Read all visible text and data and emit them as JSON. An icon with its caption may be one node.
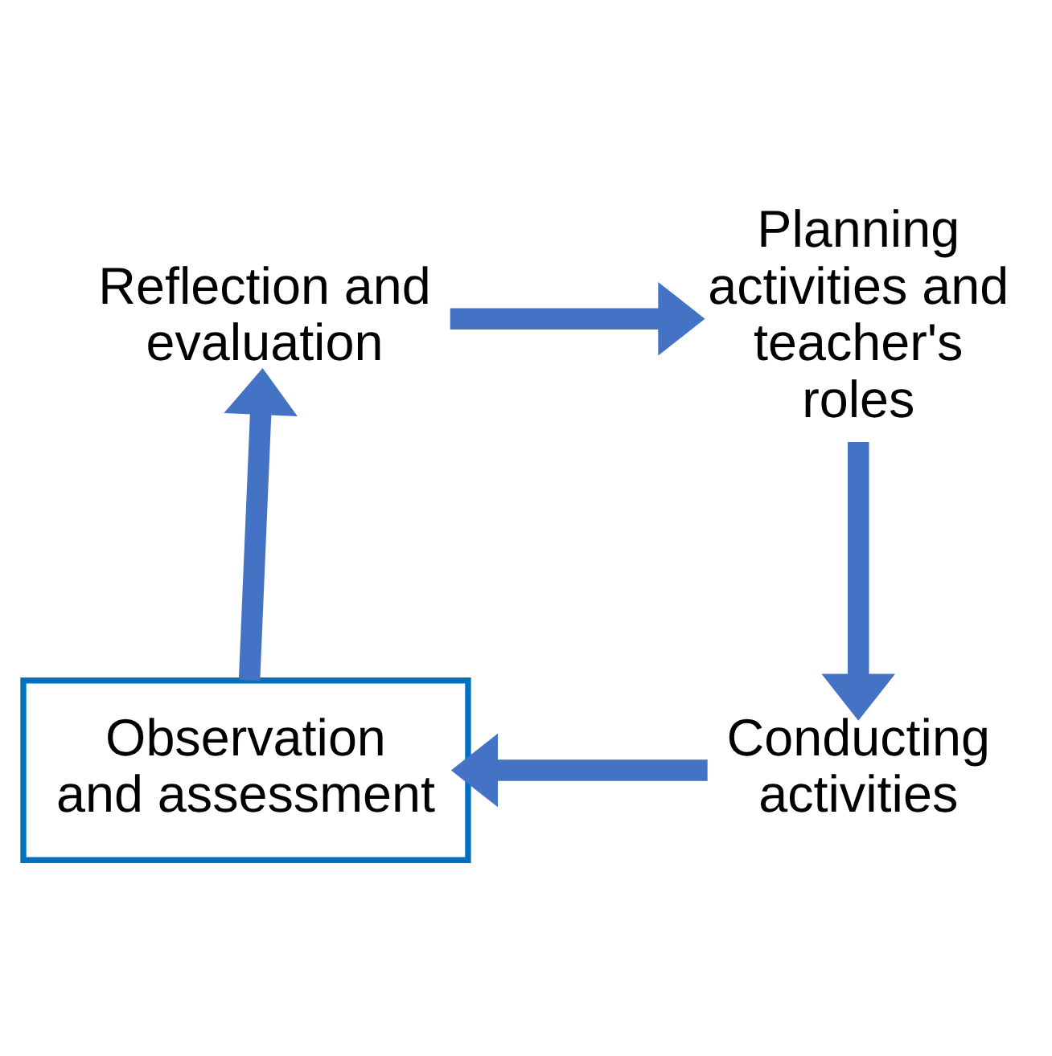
{
  "diagram": {
    "nodes": [
      {
        "text": [
          "Reflection and evaluation"
        ]
      },
      {
        "text": [
          "Planning activities and teacher's roles"
        ]
      },
      {
        "text": [
          "Conducting activities"
        ]
      },
      {
        "text": [
          "Observation and assessment"
        ]
      }
    ],
    "edges": [
      {
        "from": 0,
        "to": 1,
        "arrow": "to"
      },
      {
        "from": 1,
        "to": 2,
        "arrow": "to"
      },
      {
        "from": 2,
        "to": 3,
        "arrow": "to"
      },
      {
        "from": 3,
        "to": 0,
        "arrow": "to"
      }
    ]
  }
}
